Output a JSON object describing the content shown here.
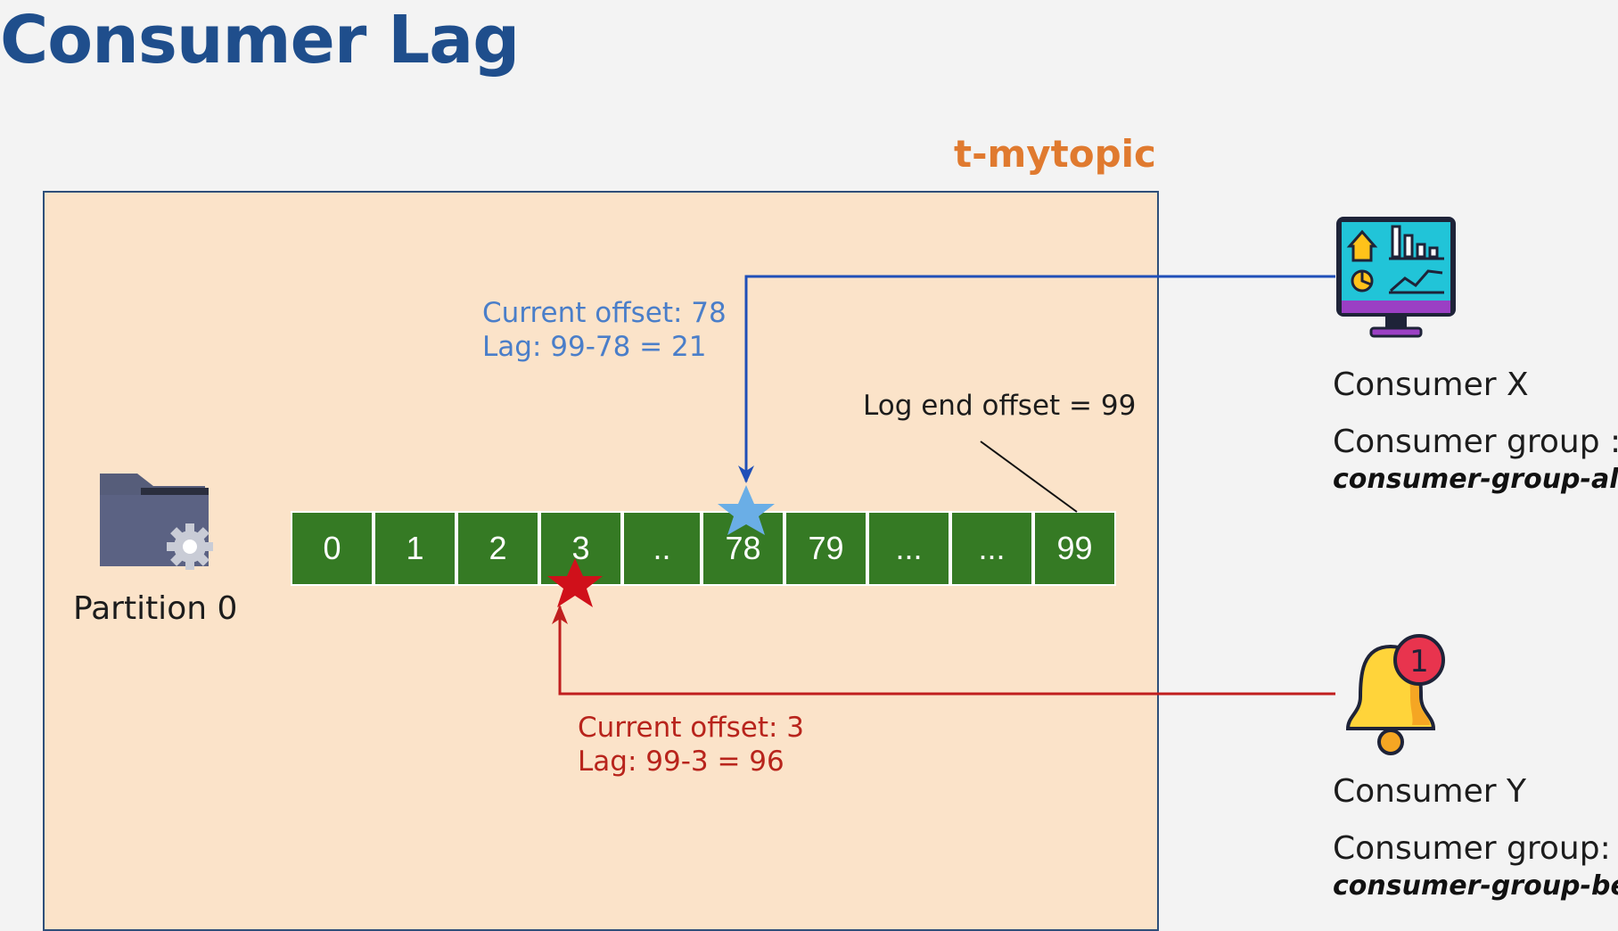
{
  "title": "Consumer Lag",
  "topic": "t-mytopic",
  "partition": {
    "label": "Partition 0",
    "icon": "folder-gear-icon"
  },
  "offsets": [
    "0",
    "1",
    "2",
    "3",
    "..",
    "78",
    "79",
    "...",
    "...",
    "99"
  ],
  "log_end": {
    "label": "Log end offset = 99"
  },
  "consumer_x": {
    "name": "Consumer X",
    "group_label": "Consumer group :",
    "group_name": "consumer-group-alpha",
    "current_offset": "Current offset: 78",
    "lag": "Lag: 99-78 = 21",
    "icon": "dashboard-monitor-icon",
    "color": "#1f4fb8",
    "star_color": "#6aaee6"
  },
  "consumer_y": {
    "name": "Consumer Y",
    "group_label": "Consumer group:",
    "group_name": "consumer-group-beta",
    "current_offset": "Current offset: 3",
    "lag": "Lag: 99-3 = 96",
    "icon": "notification-bell-icon",
    "badge": "1",
    "color": "#c01e1e",
    "star_color": "#d0101a"
  }
}
